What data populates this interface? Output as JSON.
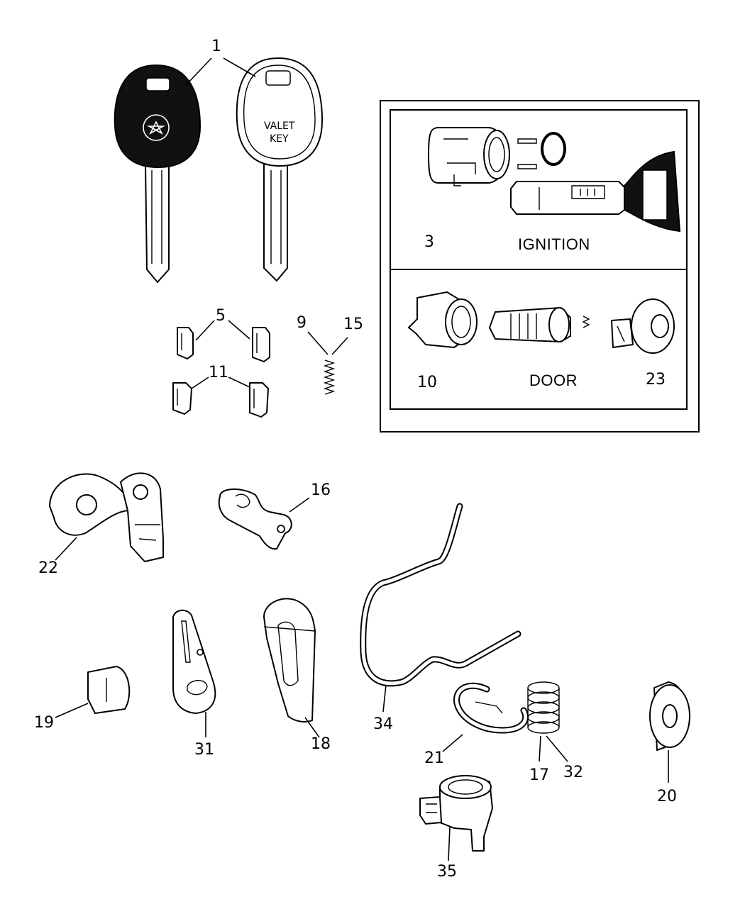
{
  "labels": {
    "l1": "1",
    "l3": "3",
    "l5": "5",
    "l9": "9",
    "l10": "10",
    "l11": "11",
    "l15": "15",
    "l16": "16",
    "l17": "17",
    "l18": "18",
    "l19": "19",
    "l20": "20",
    "l21": "21",
    "l22": "22",
    "l23": "23",
    "l31": "31",
    "l32": "32",
    "l34": "34",
    "l35": "35"
  },
  "captions": {
    "ignition": "IGNITION",
    "door": "DOOR"
  },
  "key_text": {
    "line1": "VALET",
    "line2": "KEY"
  }
}
